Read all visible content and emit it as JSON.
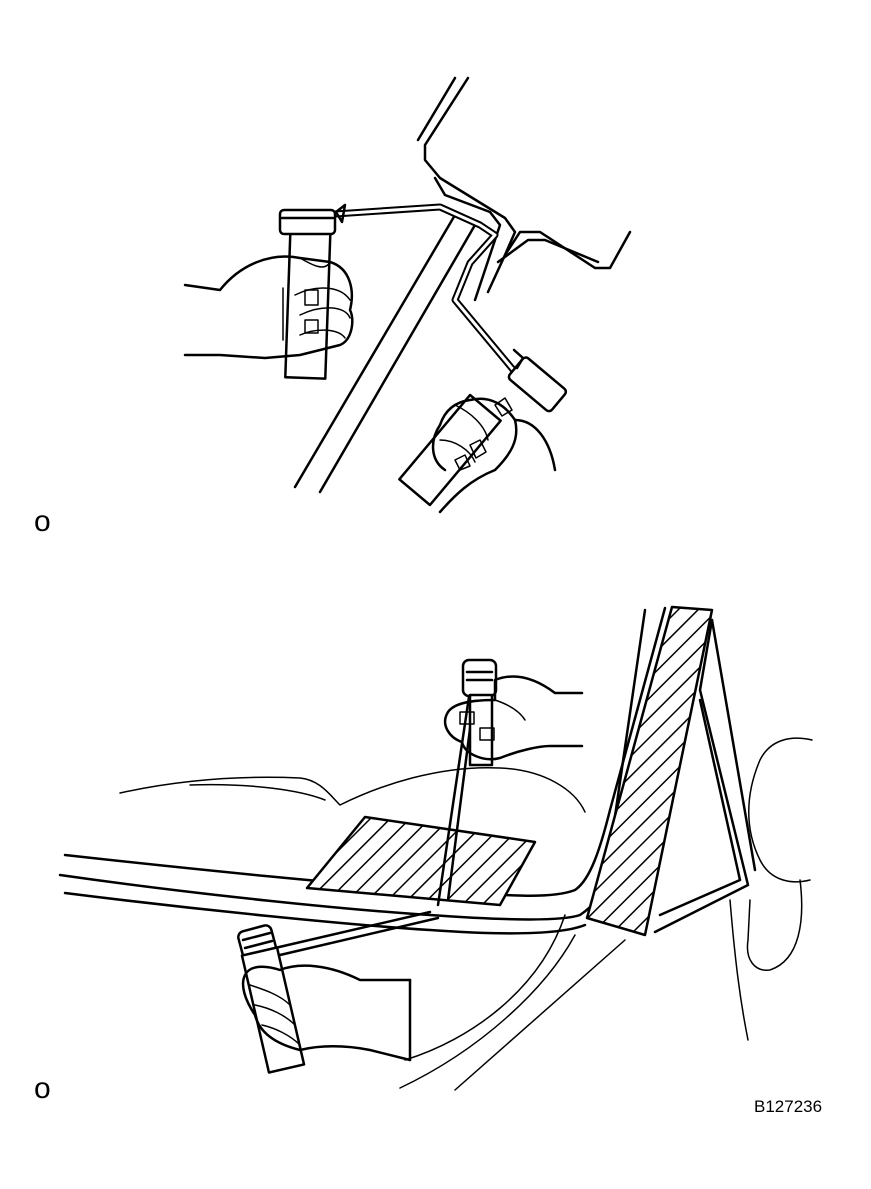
{
  "figure": {
    "step_marker_top": "o",
    "step_marker_bottom": "o",
    "figure_code": "B127236"
  }
}
